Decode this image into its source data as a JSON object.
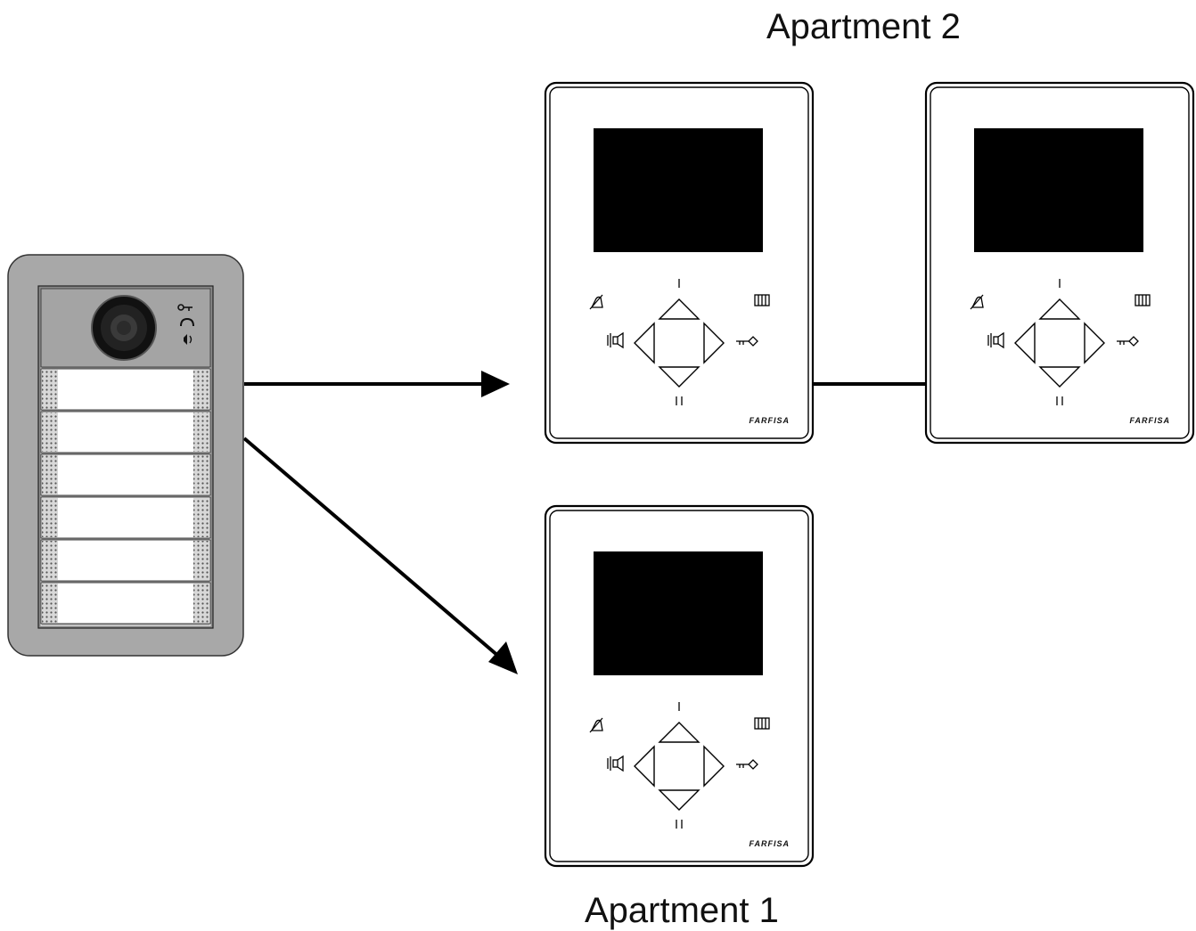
{
  "labels": {
    "apartment_2": "Apartment 2",
    "apartment_1": "Apartment 1"
  },
  "monitor": {
    "brand": "FARFISA",
    "button_up_mark": "I",
    "button_down_mark": "II"
  },
  "door_panel": {
    "name_slots": 6,
    "status_icons": [
      "key-icon",
      "handset-icon",
      "speaker-icon"
    ]
  },
  "connections": [
    {
      "from": "door-panel",
      "to": "apartment-2-monitor-a",
      "style": "arrow"
    },
    {
      "from": "door-panel",
      "to": "apartment-1-monitor",
      "style": "arrow"
    },
    {
      "from": "apartment-2-monitor-a",
      "to": "apartment-2-monitor-b",
      "style": "line"
    }
  ],
  "colors": {
    "panel_frame": "#a8a8a8",
    "screen": "#000000",
    "line": "#000000"
  }
}
